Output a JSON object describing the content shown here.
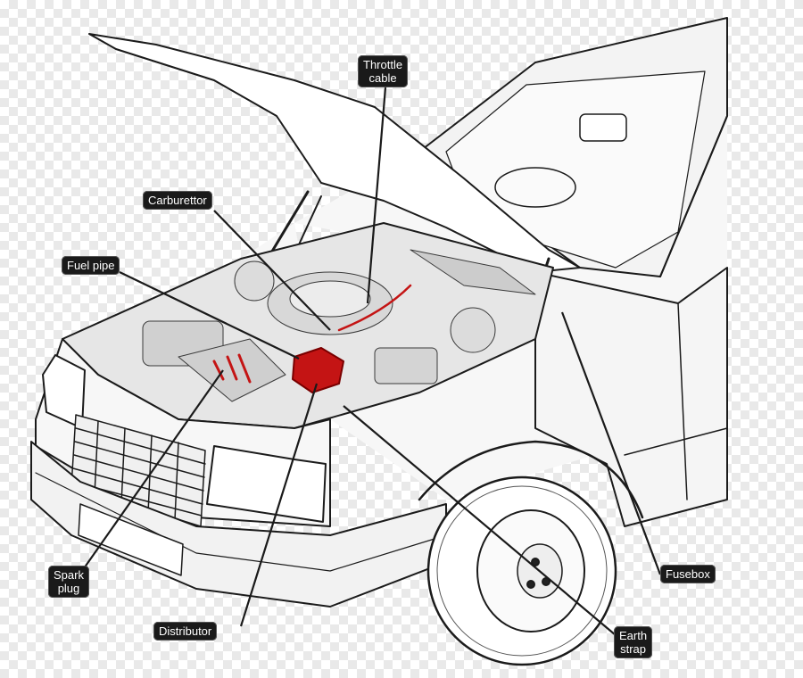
{
  "labels": {
    "throttle_cable": "Throttle\ncable",
    "carburettor": "Carburettor",
    "fuel_pipe": "Fuel pipe",
    "spark_plug": "Spark\nplug",
    "distributor": "Distributor",
    "fusebox": "Fusebox",
    "earth_strap": "Earth\nstrap"
  },
  "colors": {
    "label_background": "#1a1a1a",
    "label_text": "#ffffff",
    "highlight": "#c41414"
  }
}
